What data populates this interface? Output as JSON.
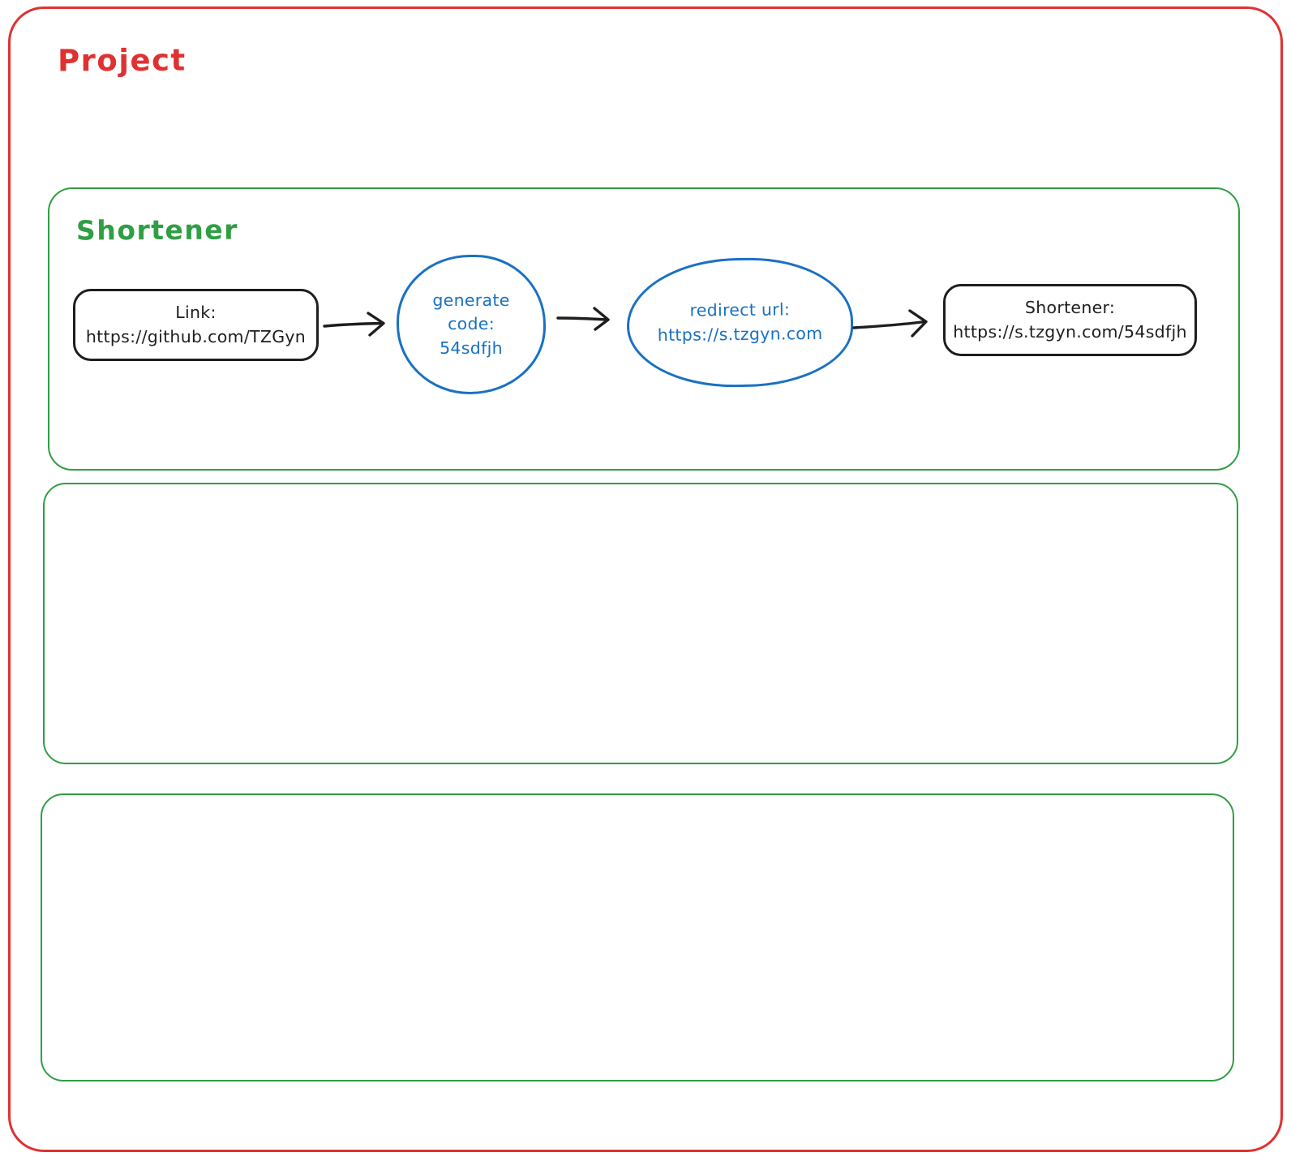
{
  "colors": {
    "frame_red": "#e03131",
    "frame_green": "#2f9e44",
    "node_blue": "#1971c2",
    "ink_black": "#1e1e1e",
    "background": "#ffffff"
  },
  "project": {
    "label": "Project"
  },
  "shortener": {
    "label": "Shortener",
    "flow": {
      "link_node": {
        "line1": "Link:",
        "line2": "https://github.com/TZGyn"
      },
      "generate_code_node": {
        "line1": "generate",
        "line2": "code:",
        "line3": "54sdfjh"
      },
      "redirect_url_node": {
        "line1": "redirect url:",
        "line2": "https://s.tzgyn.com"
      },
      "shortener_result_node": {
        "line1": "Shortener:",
        "line2": "https://s.tzgyn.com/54sdfjh"
      }
    }
  }
}
